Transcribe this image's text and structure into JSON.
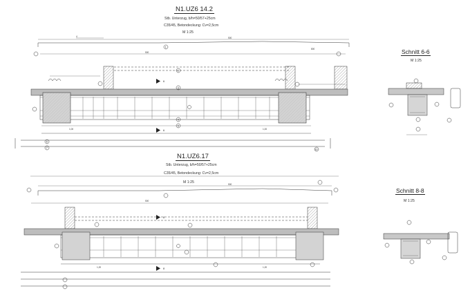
{
  "drawing1": {
    "title": "N1.UZ6 14.2",
    "line1": "Stb. Unterzug, b/h=50/57+25cm",
    "line2": "C35/45, Betondeckung: Cv=2,5cm",
    "scale": "M 1:25"
  },
  "drawing2": {
    "title": "N1.UZ6.17",
    "line1": "Stb. Unterzug, b/h=50/57+25cm",
    "line2": "C35/45, Betondeckung: Cv=2,5cm",
    "scale": "M 1:25"
  },
  "section1": {
    "title": "Schnitt 6-6",
    "scale": "M 1:25"
  },
  "section2": {
    "title": "Schnitt 8-8",
    "scale": "M 1:25"
  },
  "markers": {
    "cut6": "6",
    "cut8": "8",
    "m1": "1",
    "m2": "2",
    "m3": "3",
    "m4": "4",
    "m5": "5",
    "m6": "6",
    "m7": "7",
    "m10": "10"
  }
}
